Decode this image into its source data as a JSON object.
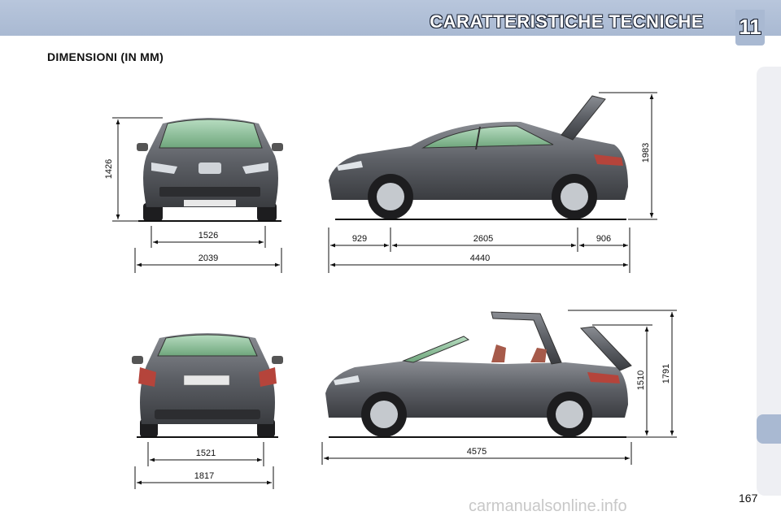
{
  "header": {
    "title": "CARATTERISTICHE TECNICHE",
    "chapter": "11"
  },
  "section_title": "DIMENSIONI (IN MM)",
  "dimensions": {
    "front_height": "1426",
    "front_track": "1526",
    "width_with_mirrors": "2039",
    "side_front_overhang": "929",
    "wheelbase": "2605",
    "side_rear_overhang": "906",
    "length": "4440",
    "height_boot_open": "1983",
    "rear_track": "1521",
    "rear_width": "1817",
    "open_length": "4575",
    "height_roof_opening": "1510",
    "height_roof_max": "1791"
  },
  "page_number": "167",
  "watermark": "carmanualsonline.info",
  "colors": {
    "header": "#a9b9d2",
    "car_body": "#5c5f65",
    "glass": "#8fbf9a"
  }
}
